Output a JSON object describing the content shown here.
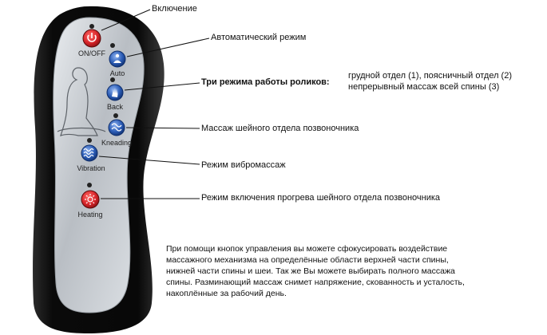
{
  "remote": {
    "buttons": [
      {
        "name": "on-off",
        "label": "ON/OFF"
      },
      {
        "name": "auto",
        "label": "Auto"
      },
      {
        "name": "back",
        "label": "Back"
      },
      {
        "name": "kneading",
        "label": "Kneading"
      },
      {
        "name": "vibration",
        "label": "Vibration"
      },
      {
        "name": "heating",
        "label": "Heating"
      }
    ]
  },
  "callouts": {
    "power": "Включение",
    "auto": "Автоматический режим",
    "rollers_title": "Три режима работы роликов:",
    "rollers_line1": "грудной отдел (1), поясничный отдел (2)",
    "rollers_line2": "непрерывный массаж всей спины (3)",
    "kneading": "Массаж шейного отдела позвоночника",
    "vibration": "Режим вибромассаж",
    "heating": "Режим включения прогрева шейного отдела позвоночника"
  },
  "description": {
    "line1": "При помощи кнопок управления вы можете сфокусировать воздействие",
    "line2": "массажного механизма на определённые области верхней части спины,",
    "line3": "нижней части спины и шеи. Так же Вы можете выбирать полного массажа",
    "line4": "спины. Разминающий массаж снимет напряжение, скованность и усталость,",
    "line5": "накоплённые за рабочий день."
  },
  "colors": {
    "body": "#0d0d0d",
    "panel": "#c9cdd2",
    "power_button": "#d8262b",
    "mode_button": "#2a5bb5",
    "indicator": "#222222"
  },
  "icons": [
    "power-icon",
    "person-icon",
    "hand-icon",
    "waves-icon",
    "vibration-waves-icon",
    "heat-icon"
  ]
}
